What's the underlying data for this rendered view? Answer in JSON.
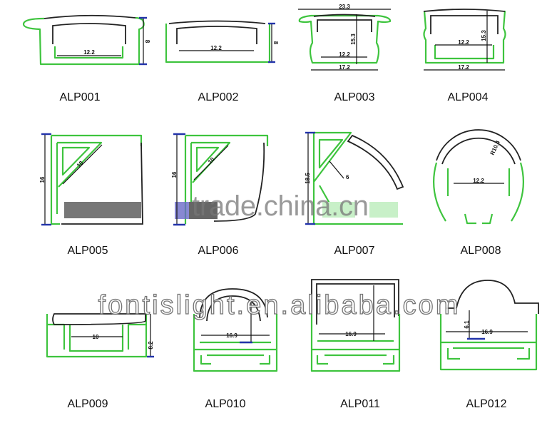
{
  "colors": {
    "profile": "#3ec43e",
    "cover": "#222222",
    "dimension_marker": "#2233aa"
  },
  "profiles": [
    {
      "label": "ALP001",
      "dims": [
        "12.2",
        "8"
      ]
    },
    {
      "label": "ALP002",
      "dims": [
        "12.2",
        "8"
      ]
    },
    {
      "label": "ALP003",
      "dims": [
        "23.3",
        "15.3",
        "12.2",
        "17.2"
      ]
    },
    {
      "label": "ALP004",
      "dims": [
        "15.3",
        "12.2",
        "17.2"
      ]
    },
    {
      "label": "ALP005",
      "dims": [
        "16",
        "10"
      ]
    },
    {
      "label": "ALP006",
      "dims": [
        "16",
        "10"
      ]
    },
    {
      "label": "ALP007",
      "dims": [
        "18.5",
        "6"
      ]
    },
    {
      "label": "ALP008",
      "dims": [
        "R10.4",
        "12.2"
      ]
    },
    {
      "label": "ALP009",
      "dims": [
        "10",
        "8.2"
      ]
    },
    {
      "label": "ALP010",
      "dims": [
        "16.9"
      ]
    },
    {
      "label": "ALP011",
      "dims": [
        "16.9"
      ]
    },
    {
      "label": "ALP012",
      "dims": [
        "6.1",
        "16.9"
      ]
    }
  ],
  "watermarks": [
    "trade.china.cn",
    "fontislight.en.alibaba.com"
  ]
}
